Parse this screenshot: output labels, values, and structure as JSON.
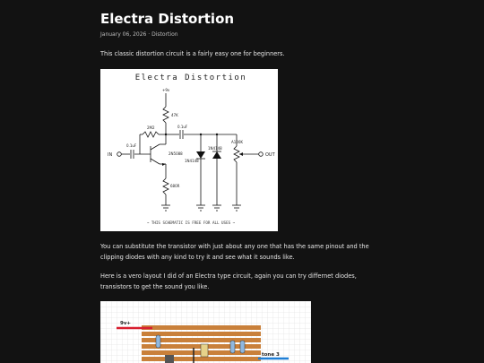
{
  "post": {
    "title": "Electra Distortion",
    "date": "January 06, 2026",
    "separator": "·",
    "category": "Distortion",
    "paragraphs": [
      "This classic distortion circuit is a fairly easy one for beginners.",
      "You can substitute the transistor with just about any one that has the same pinout and the clipping diodes with any kind to try it and see what it sounds like.",
      "Here is a vero layout I did of an Electra type circuit, again you can try differnet diodes, transistors to get the sound you like."
    ]
  },
  "schematic": {
    "title": "Electra Distortion",
    "footer": "~ THIS SCHEMATIC IS FREE FOR ALL USES ~",
    "labels": {
      "supply": "+9v",
      "in": "IN",
      "out": "OUT",
      "r_collector": "47K",
      "r_bias": "2M2",
      "r_emitter": "680R",
      "c_in": "0.1uF",
      "c_out": "0.1uF",
      "transistor": "2N5088",
      "diode1": "1N4148",
      "diode2": "1N4148",
      "pot": "A100K"
    }
  },
  "vero": {
    "label_supply": "9v+",
    "label_tone": "tone 3"
  },
  "colors": {
    "background": "#121212",
    "title": "#ffffff",
    "text": "#e6e6e6",
    "meta": "#bdbdbd",
    "strip": "#c9803a",
    "wire_red": "#d81e2f",
    "wire_blue": "#1f7fd6"
  }
}
